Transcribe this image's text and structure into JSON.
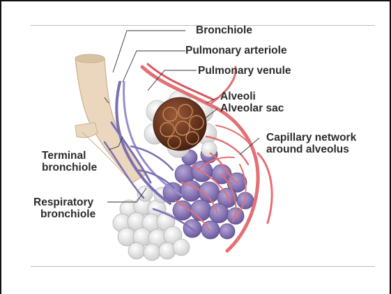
{
  "diagram": {
    "labels": {
      "bronchiole": "Bronchiole",
      "pulmonary_arteriole": "Pulmonary arteriole",
      "pulmonary_venule": "Pulmonary venule",
      "alveoli": "Alveoli",
      "alveolar_sac": "Alveolar sac",
      "capillary_network_line1": "Capillary network",
      "capillary_network_line2": "around alveolus",
      "terminal_bronchiole_line1": "Terminal",
      "terminal_bronchiole_line2": "bronchiole",
      "respiratory_bronchiole_line1": "Respiratory",
      "respiratory_bronchiole_line2": "bronchiole"
    },
    "colors": {
      "airway": "#ead7bd",
      "artery": "#e46f74",
      "vein": "#7b6fb4",
      "alveoli": "#ececec",
      "sac": "#6e3720"
    }
  }
}
